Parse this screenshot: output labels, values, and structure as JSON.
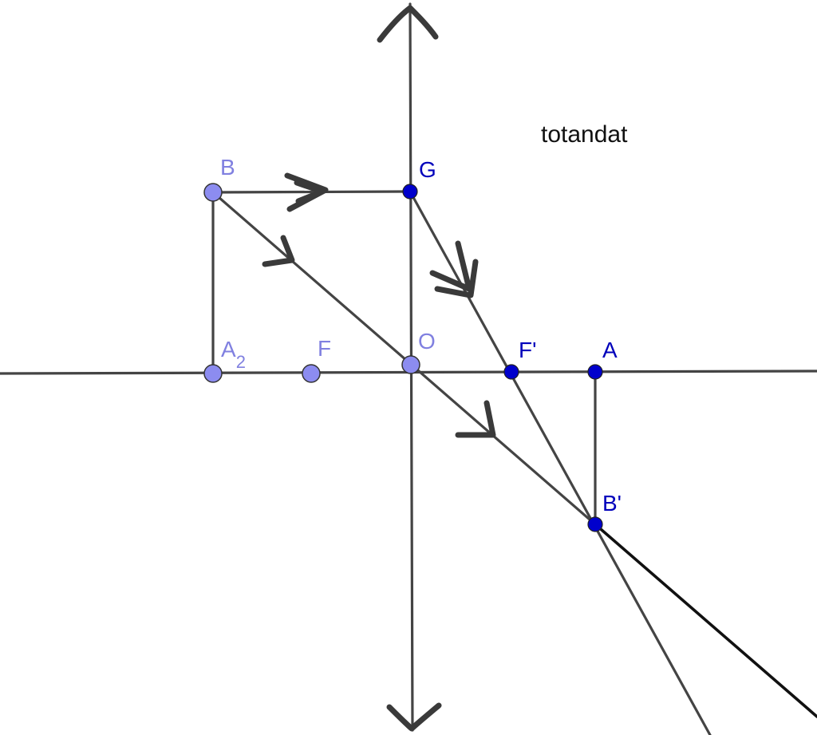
{
  "note": "totandat",
  "colors": {
    "light_point": "#8c8cf0",
    "dark_point": "#0000cc",
    "light_label": "#8080e0",
    "dark_label": "#0000bb",
    "line": "#444444"
  },
  "points": {
    "B": {
      "label": "B",
      "sub": ""
    },
    "G": {
      "label": "G",
      "sub": ""
    },
    "A2": {
      "label": "A",
      "sub": "2"
    },
    "F": {
      "label": "F",
      "sub": ""
    },
    "O": {
      "label": "O",
      "sub": ""
    },
    "Fp": {
      "label": "F'",
      "sub": ""
    },
    "A": {
      "label": "A",
      "sub": ""
    },
    "Bp": {
      "label": "B'",
      "sub": ""
    }
  },
  "icons": {
    "lens_top": "chevron-up-icon",
    "lens_bottom": "chevron-down-icon",
    "ray_direction": "arrowhead-icon"
  }
}
